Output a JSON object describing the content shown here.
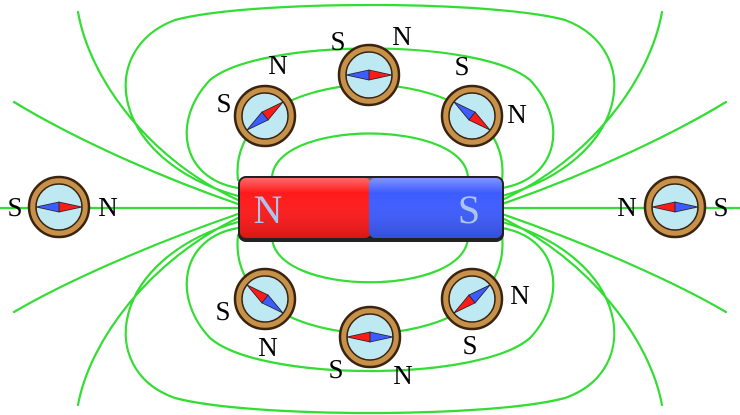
{
  "colors": {
    "field_line": "#33dd33",
    "north_pole": "#ff1a1a",
    "south_pole": "#3d5cff",
    "compass_rim": "#c8914a",
    "compass_face": "#bfe9f2",
    "magnet_letter": "#a9c6ee",
    "label": "#000000"
  },
  "magnet": {
    "north_label": "N",
    "south_label": "S"
  },
  "compasses": [
    {
      "id": "left",
      "n_label": "N",
      "s_label": "S",
      "needle_points_to": "east"
    },
    {
      "id": "right",
      "n_label": "N",
      "s_label": "S",
      "needle_points_to": "west"
    },
    {
      "id": "top-left",
      "n_label": "N",
      "s_label": "S",
      "needle_points_to": "north-east"
    },
    {
      "id": "top-center",
      "n_label": "N",
      "s_label": "S",
      "needle_points_to": "east"
    },
    {
      "id": "top-right",
      "n_label": "N",
      "s_label": "S",
      "needle_points_to": "south-east"
    },
    {
      "id": "bottom-left",
      "n_label": "N",
      "s_label": "S",
      "needle_points_to": "north-west"
    },
    {
      "id": "bottom-center",
      "n_label": "N",
      "s_label": "S",
      "needle_points_to": "west"
    },
    {
      "id": "bottom-right",
      "n_label": "N",
      "s_label": "S",
      "needle_points_to": "south-west"
    }
  ]
}
